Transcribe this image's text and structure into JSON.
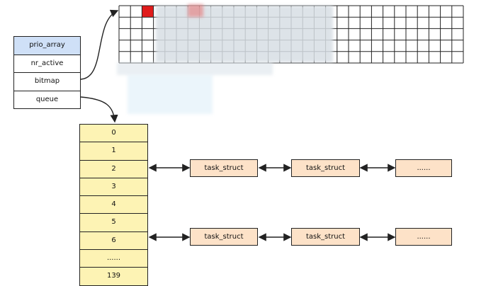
{
  "prio_array": {
    "fields": [
      "prio_array",
      "nr_active",
      "bitmap",
      "queue"
    ]
  },
  "queue": {
    "cells": [
      "0",
      "1",
      "2",
      "3",
      "4",
      "5",
      "6",
      "......",
      "139"
    ]
  },
  "chains": [
    {
      "row": "2",
      "nodes": [
        "task_struct",
        "task_struct",
        "......"
      ]
    },
    {
      "row": "6",
      "nodes": [
        "task_struct",
        "task_struct",
        "......"
      ]
    }
  ],
  "bitmap": {
    "set_bit_color": "#e01b1b"
  },
  "colors": {
    "struct_header": "#cfe0f7",
    "queue_fill": "#fdf3b4",
    "task_fill": "#fde2c8"
  }
}
